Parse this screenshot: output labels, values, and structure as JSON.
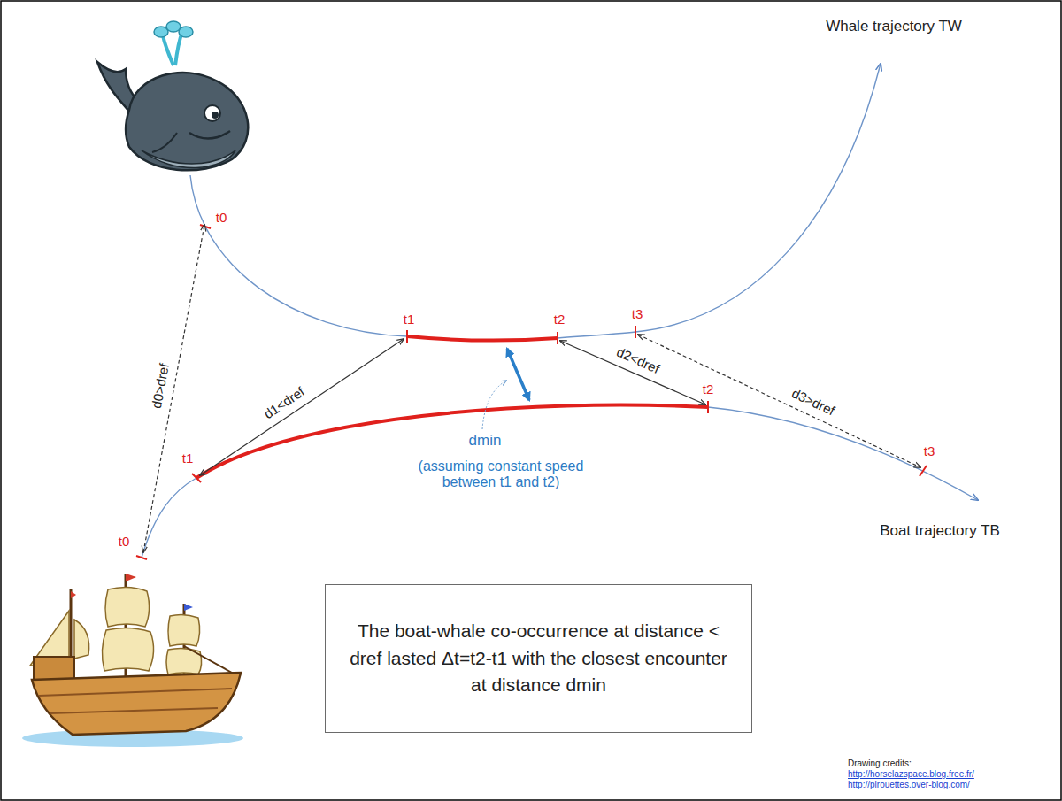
{
  "diagram": {
    "nodes": [
      {
        "text": [
          "The boat-whale co-occurrence at distance < dref lasted Δt=t2-t1 with the closest encounter at distance dmin"
        ]
      }
    ],
    "labels": [
      "Whale trajectory TW",
      "t0",
      "t1",
      "t2",
      "t3",
      "d0>dref",
      "d1<dref",
      "d2<dref",
      "dmin",
      "(assuming constant speed between t1 and t2)",
      "t1",
      "t2",
      "d3>dref",
      "t3",
      "Boat trajectory TB",
      "t0",
      "Drawing credits:",
      "http://horselazspace.blog.free.fr/",
      "http://pirouettes.over-blog.com/"
    ]
  }
}
